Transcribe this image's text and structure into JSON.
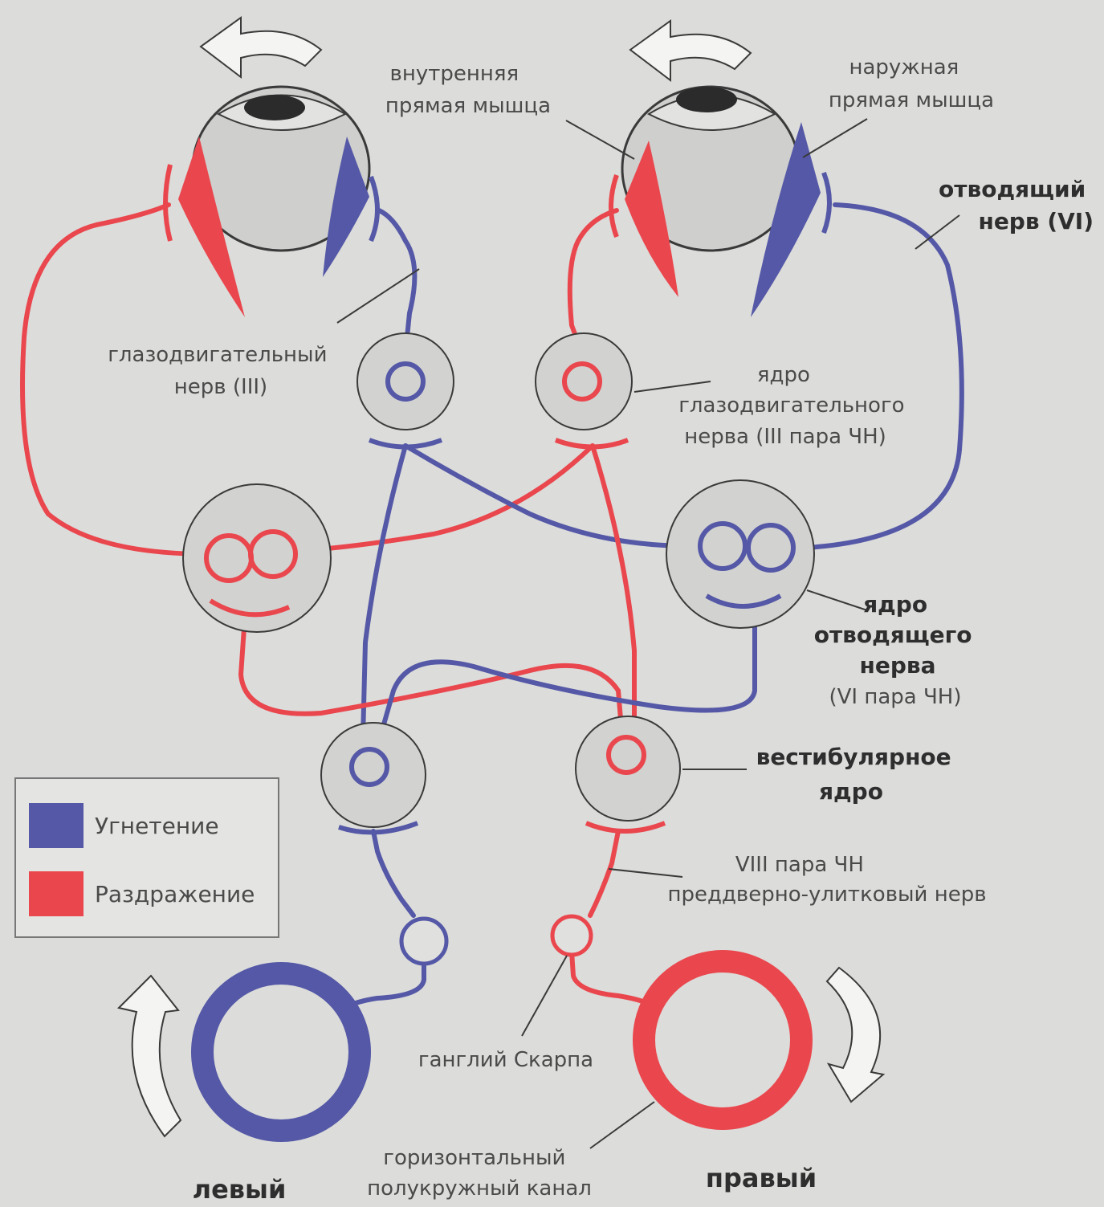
{
  "colors": {
    "inhibition": "#5458a6",
    "excitation": "#e9474d",
    "outline": "#3a3a3a",
    "nucleus_fill": "#d2d2d0"
  },
  "labels": {
    "medial_rectus": [
      "внутренняя",
      "прямая мышца"
    ],
    "lateral_rectus": [
      "наружная",
      "прямая мышца"
    ],
    "abducens_nerve": [
      "отводящий",
      "нерв (VI)"
    ],
    "oculomotor_nerve": [
      "глазодвигательный",
      "нерв (III)"
    ],
    "oculomotor_nucleus": [
      "ядро",
      "глазодвигательного",
      "нерва (III пара ЧН)"
    ],
    "abducens_nucleus": [
      "ядро",
      "отводящего",
      "нерва",
      "(VI пара ЧН)"
    ],
    "vestibular_nucleus": [
      "вестибулярное",
      "ядро"
    ],
    "vestibulocochlear_nerve": [
      "VIII пара ЧН",
      "преддверно-улитковый нерв"
    ],
    "scarpa_ganglion": "ганглий Скарпа",
    "horizontal_canal": [
      "горизонтальный",
      "полукружный канал"
    ],
    "left": "левый",
    "right": "правый"
  },
  "legend": {
    "items": [
      {
        "label": "Угнетение",
        "color": "#5458a6"
      },
      {
        "label": "Раздражение",
        "color": "#e9474d"
      }
    ]
  }
}
